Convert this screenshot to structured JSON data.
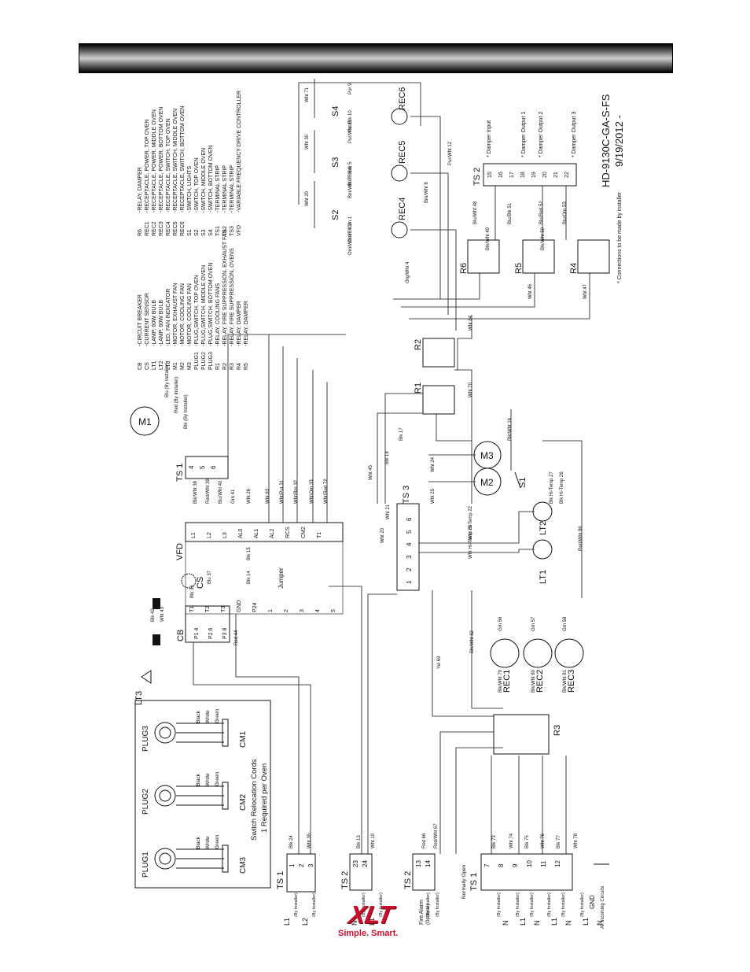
{
  "drawing": {
    "number": "HD-9130C-GA-S-FS",
    "date": "9/19/2012 -",
    "footnote": "* Connections to be made by installer"
  },
  "legend_left": [
    [
      "CB",
      "-CIRCUIT BREAKER"
    ],
    [
      "CS",
      "-CURRENT SENSOR"
    ],
    [
      "LT1",
      "-LAMP, 60W BULB"
    ],
    [
      "LT2",
      "-LAMP, 60W BULB"
    ],
    [
      "LT3",
      "-LED, FAN INDICATOR"
    ],
    [
      "M1",
      "-MOTOR, EXHAUST FAN"
    ],
    [
      "M2",
      "-MOTOR, COOLING FAN"
    ],
    [
      "M3",
      "-MOTOR, COOLING FAN"
    ],
    [
      "PLUG1",
      "-PLUG,SWITCH, TOP OVEN"
    ],
    [
      "PLUG2",
      "-PLUG,SWITCH, MIDDLE OVEN"
    ],
    [
      "PLUG3",
      "-PLUG,SWITCH, BOTTOM OVEN"
    ],
    [
      "R1",
      "-RELAY, COOLING FANS"
    ],
    [
      "R2",
      "-RELAY, FIRE SUPPRESSION, EXHAUST FAN"
    ],
    [
      "R3",
      "-RELAY, FIRE SUPPRESSION, OVENS"
    ],
    [
      "R4",
      "-RELAY, DAMPER"
    ],
    [
      "R5",
      "-RELAY, DAMPER"
    ]
  ],
  "legend_right": [
    [
      "R6",
      "-RELAY, DAMPER"
    ],
    [
      "REC1",
      "-RECEPTACLE, POWER, TOP OVEN"
    ],
    [
      "REC2",
      "-RECEPTACLE, POWER, MIDDLE OVEN"
    ],
    [
      "REC3",
      "-RECEPTACLE, POWER, BOTTOM OVEN"
    ],
    [
      "REC4",
      "-RECEPTACLE, SWITCH, TOP OVEN"
    ],
    [
      "REC5",
      "-RECEPTACLE, SWITCH, MIDDLE OVEN"
    ],
    [
      "REC6",
      "-RECEPTACLE, SWITCH, BOTTOM OVEN"
    ],
    [
      "S1",
      "-SWITCH, LIGHTS"
    ],
    [
      "S2",
      "-SWITCH, TOP OVEN"
    ],
    [
      "S3",
      "-SWITCH, MIDDLE OVEN"
    ],
    [
      "S4",
      "-SWITCH, BOTTOM OVEN"
    ],
    [
      "TS1",
      "-TERMINAL STRIP"
    ],
    [
      "TS2",
      "-TERMINAL STRIP"
    ],
    [
      "TS3",
      "-TERMINAL STRIP"
    ],
    [
      "VFD",
      "-VARIABLE FREQUENCY DRIVE CONTROLLER"
    ]
  ],
  "components": {
    "plug1": "PLUG1",
    "plug2": "PLUG2",
    "plug3": "PLUG3",
    "cm1": "CM1",
    "cm2": "CM2",
    "cm3": "CM3",
    "cord_black": "Black",
    "cord_white": "White",
    "cord_green": "Green",
    "cords_title": "Switch Relocation Cords",
    "cords_sub": "1 Required per Oven",
    "lt3": "LT3",
    "cb": "CB",
    "cs": "CS",
    "vfd": "VFD",
    "jumper": "Jumper",
    "m1": "M1",
    "m2": "M2",
    "m3": "M3",
    "ts1": "TS 1",
    "ts2": "TS 2",
    "ts3": "TS 3",
    "lt1": "LT1",
    "lt2": "LT2",
    "s1": "S1",
    "s2": "S2",
    "s3": "S3",
    "s4": "S4",
    "r1": "R1",
    "r2": "R2",
    "r3": "R3",
    "r4": "R4",
    "r5": "R5",
    "r6": "R6",
    "rec1": "REC1",
    "rec2": "REC2",
    "rec3": "REC3",
    "rec4": "REC4",
    "rec5": "REC5",
    "rec6": "REC6",
    "fire_alarm": "Fire Alarm",
    "fire_alarm_opt": "(Optional)",
    "normally_open": "Normally Open",
    "gnd": "GND",
    "all_incoming": "All Incoming Circuits",
    "by_installer": "(By Installer)",
    "damper_input": "* Damper Input",
    "damper_out1": "* Damper Output 1",
    "damper_out2": "* Damper Output 2",
    "damper_out3": "* Damper Output 3"
  },
  "wires": {
    "w_pur9": "Pur 9",
    "w_purblk10": "Pur/Blk 10",
    "w_purwht11": "Pur/Wht 11",
    "w_brn5": "Brn 5",
    "w_brnblk6": "Brn/Blk 6",
    "w_brnwht7": "Brn/Wht 7",
    "w_orn1": "Orn 1",
    "w_ornblk2": "Orn/Blk 2",
    "w_ornwht3": "Orn/Wht 3",
    "w_wht71": "Wht 71",
    "w_wht30": "Wht 30",
    "w_wht29": "Wht 29",
    "w_purwht12": "Pur/Wht 12",
    "w_brnwht8": "Brn/Wht 8",
    "w_orgwht4": "Org/Wht 4",
    "w_wht84": "Wht 84",
    "w_wht70": "Wht 70",
    "w_blkwht16": "Blk/Wht 16",
    "w_redwht86": "Red/Wht 86",
    "w_blk17": "Blk 17",
    "w_blk18": "Blk 18",
    "w_wht24": "Wht 24",
    "w_wht25": "Wht 25",
    "w_wht45": "Wht 45",
    "w_blkht27": "Blk Hi-Temp 27",
    "w_blkht26": "Blk Hi-Temp 26",
    "w_whtht22": "Wht Hi-Temp 22",
    "w_whtht23": "Wht Hi-Temp 23",
    "w_blu": "Blu (By Installer)",
    "w_red": "Red (By Installer)",
    "w_blk": "Blk (By Installer)",
    "w_blkwht38": "Blk/Wht 38",
    "w_redwht39": "Red/Wht 39",
    "w_bluwht40": "Blu/Wht 40",
    "w_grn41": "Grn 41",
    "w_wht26": "Wht 26",
    "w_wht83": "Wht 83",
    "w_whtpur31": "Wht/Pur 31",
    "w_whtbrn32": "Wht/Brn 32",
    "w_whtorn33": "Wht/Orn 33",
    "w_whtred72": "Wht/Red 72",
    "w_blk14": "Blk 14",
    "w_blk15": "Blk 15",
    "w_blu37": "Blu 37",
    "w_blk36": "Blk 36",
    "w_red44": "Red 44",
    "w_blk42": "Blk 42",
    "w_wht43": "Wht 43",
    "w_wht20": "Wht 20",
    "w_wht21": "Wht 21",
    "w_blkwht82": "Blk/Wht 82",
    "w_yel69": "Yel 69",
    "w_blkwht79": "Blk/Wht 79",
    "w_blkwht80": "Blk/Wht 80",
    "w_blkwht81": "Blk/Wht 81",
    "w_grn56": "Grn 56",
    "w_grn57": "Grn 57",
    "w_grn58": "Grn 58",
    "w_blk24": "Blk 24",
    "w_wht35": "Wht 35",
    "w_blk13": "Blk 13",
    "w_wht19": "Wht 19",
    "w_red66": "Red 66",
    "w_redwht67": "Red/Wht 67",
    "w_blk73": "Blk 73",
    "w_wht74": "Wht 74",
    "w_blk75": "Blk 75",
    "w_wht76": "Wht 76",
    "w_blk77": "Blk 77",
    "w_wht78": "Wht 78",
    "w_bluwht48": "Blu/Wht 48",
    "w_blublk51": "Blu/Blk 51",
    "w_blured52": "Blu/Red 52",
    "w_bluorn53": "Blu/Orn 53",
    "w_blkwht49": "Blk/Wht 49",
    "w_blkwht50": "Blk/Wht 50",
    "w_wht46": "Wht 46",
    "w_wht47": "Wht 47"
  },
  "terminals": {
    "ts1a": [
      "1",
      "2",
      "3"
    ],
    "ts1b": [
      "4",
      "5",
      "6"
    ],
    "ts1c": [
      "7",
      "8",
      "9",
      "10",
      "11",
      "12"
    ],
    "ts2a": [
      "23",
      "24"
    ],
    "ts2b": [
      "13",
      "14"
    ],
    "ts2c": [
      "15",
      "16",
      "17",
      "18",
      "19",
      "20",
      "21",
      "22"
    ],
    "ts3": [
      "1",
      "2",
      "3",
      "4",
      "5",
      "6"
    ],
    "vfd_top": [
      "L1",
      "L2",
      "L3",
      "AL0",
      "AL1",
      "AL2",
      "RCS",
      "CM2",
      "T1"
    ],
    "vfd_right": [
      "T1",
      "T2",
      "T3",
      "GND",
      "P24",
      "1",
      "2",
      "3",
      "4",
      "5"
    ],
    "cb": [
      "P1 4",
      "P2 6",
      "P3 8"
    ],
    "lines": [
      "L1",
      "L2",
      "N",
      "L1",
      "N",
      "L1",
      "N",
      "L1",
      "N",
      "L1",
      "N"
    ]
  }
}
